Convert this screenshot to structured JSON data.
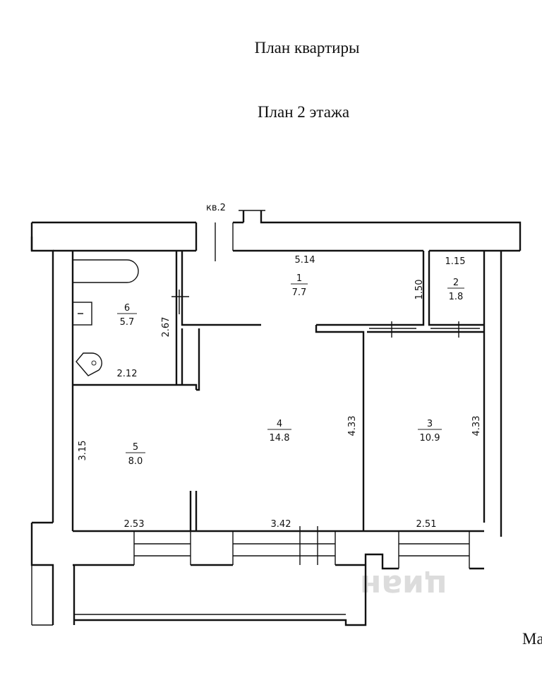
{
  "title_main": "План квартиры",
  "title_floor": "План 2 этажа",
  "apartment_label": "кв.2",
  "rooms": [
    {
      "number": "1",
      "area": "7.7"
    },
    {
      "number": "2",
      "area": "1.8"
    },
    {
      "number": "3",
      "area": "10.9"
    },
    {
      "number": "4",
      "area": "14.8"
    },
    {
      "number": "5",
      "area": "8.0"
    },
    {
      "number": "6",
      "area": "5.7"
    }
  ],
  "dimensions": {
    "hall_width": "5.14",
    "hall_depth": "1.50",
    "closet_width": "1.15",
    "bath_depth": "2.67",
    "bath_width": "2.12",
    "room3_depth": "4.33",
    "room4_depth": "4.33",
    "room5_depth": "3.15",
    "room5_width": "2.53",
    "room4_width": "3.42",
    "room3_width": "2.51"
  },
  "watermark": "циан",
  "corner_text": "Ma"
}
